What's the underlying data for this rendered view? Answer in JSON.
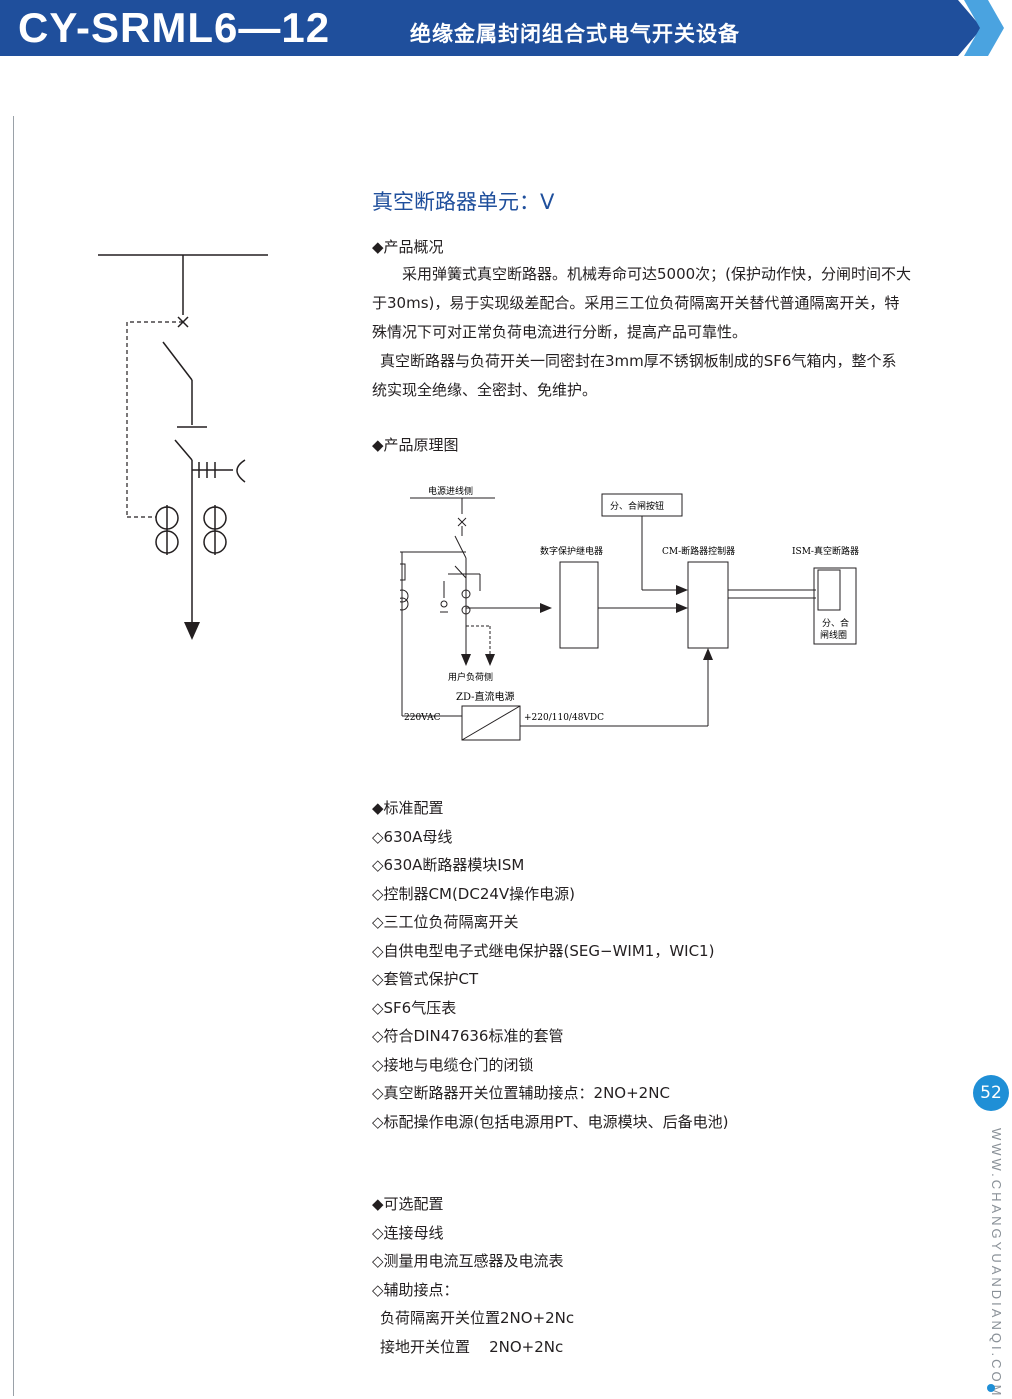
{
  "header": {
    "model": "CY-SRML6—12",
    "subtitle": "绝缘金属封闭组合式电气开关设备"
  },
  "section_title": "真空断路器单元：V",
  "overview": {
    "heading": "◆产品概况",
    "lines": [
      "采用弹簧式真空断路器。机械寿命可达5000次；(保护动作快，分闸时间不大",
      "于30ms)，易于实现级差配合。采用三工位负荷隔离开关替代普通隔离开关，特",
      "殊情况下可对正常负荷电流进行分断，提高产品可靠性。",
      "真空断路器与负荷开关一同密封在3mm厚不锈钢板制成的SF6气箱内，整个系",
      "统实现全绝缘、全密封、免维护。"
    ]
  },
  "principle": {
    "heading": "◆产品原理图",
    "labels": {
      "source_side": "电源进线侧",
      "button": "分、合闸按钮",
      "relay": "数字保护继电器",
      "cm": "CM-断路器控制器",
      "ism": "ISM-真空断路器",
      "coil_1": "分、合",
      "coil_2": "闸线圈",
      "load_side": "用户负荷侧",
      "zd": "ZD-直流电源",
      "vac": "220VAC",
      "vdc": "+220/110/48VDC"
    }
  },
  "standard": {
    "heading": "◆标准配置",
    "items": [
      "◇630A母线",
      "◇630A断路器模块ISM",
      "◇控制器CM(DC24V操作电源)",
      "◇三工位负荷隔离开关",
      "◇自供电型电子式继电保护器(SEG−WIM1，WIC1)",
      "◇套管式保护CT",
      "◇SF6气压表",
      "◇符合DIN47636标准的套管",
      "◇接地与电缆仓门的闭锁",
      "◇真空断路器开关位置辅助接点：2NO+2NC",
      "◇标配操作电源(包括电源用PT、电源模块、后备电池)"
    ]
  },
  "optional": {
    "heading": "◆可选配置",
    "items": [
      "◇连接母线",
      "◇测量用电流互感器及电流表",
      "◇辅助接点：",
      "负荷隔离开关位置2NO+2Nc",
      "接地开关位置    2NO+2Nc"
    ]
  },
  "page_number": "52",
  "website": "WWW.CHANGYUANDIANQI.COM",
  "colors": {
    "brand_blue": "#1f4f9c",
    "accent_blue": "#1f8fd6"
  }
}
